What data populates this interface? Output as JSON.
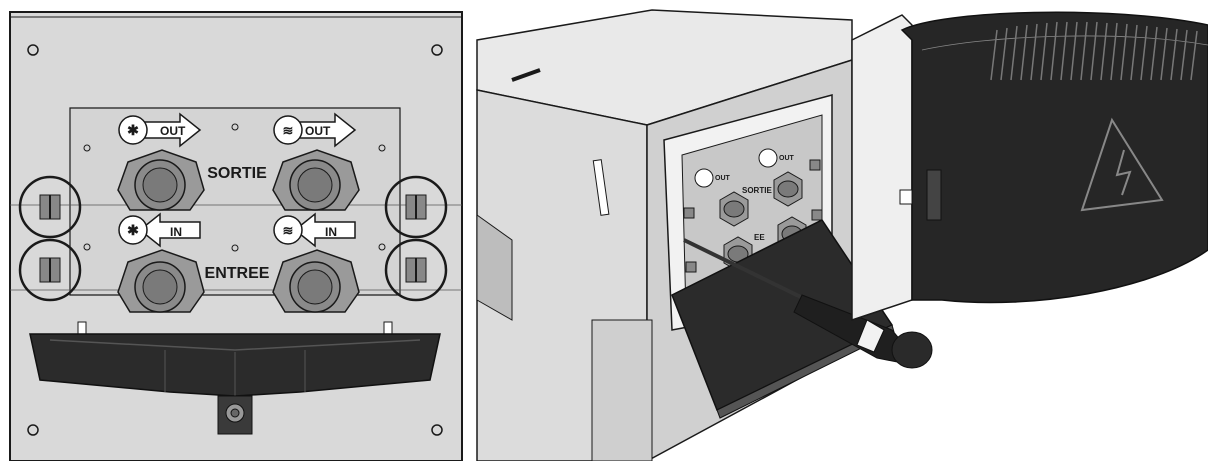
{
  "labels": {
    "sortie": "SORTIE",
    "entree": "ENTREE",
    "out": "OUT",
    "in": "IN"
  },
  "small_labels": {
    "out": "OUT",
    "sortie": "SORTIE",
    "entree": "EE"
  },
  "colors": {
    "plate": "#d9d9d9",
    "plate_dark": "#c9c9c9",
    "outline": "#1a1a1a",
    "dark_part": "#2b2b2b"
  }
}
